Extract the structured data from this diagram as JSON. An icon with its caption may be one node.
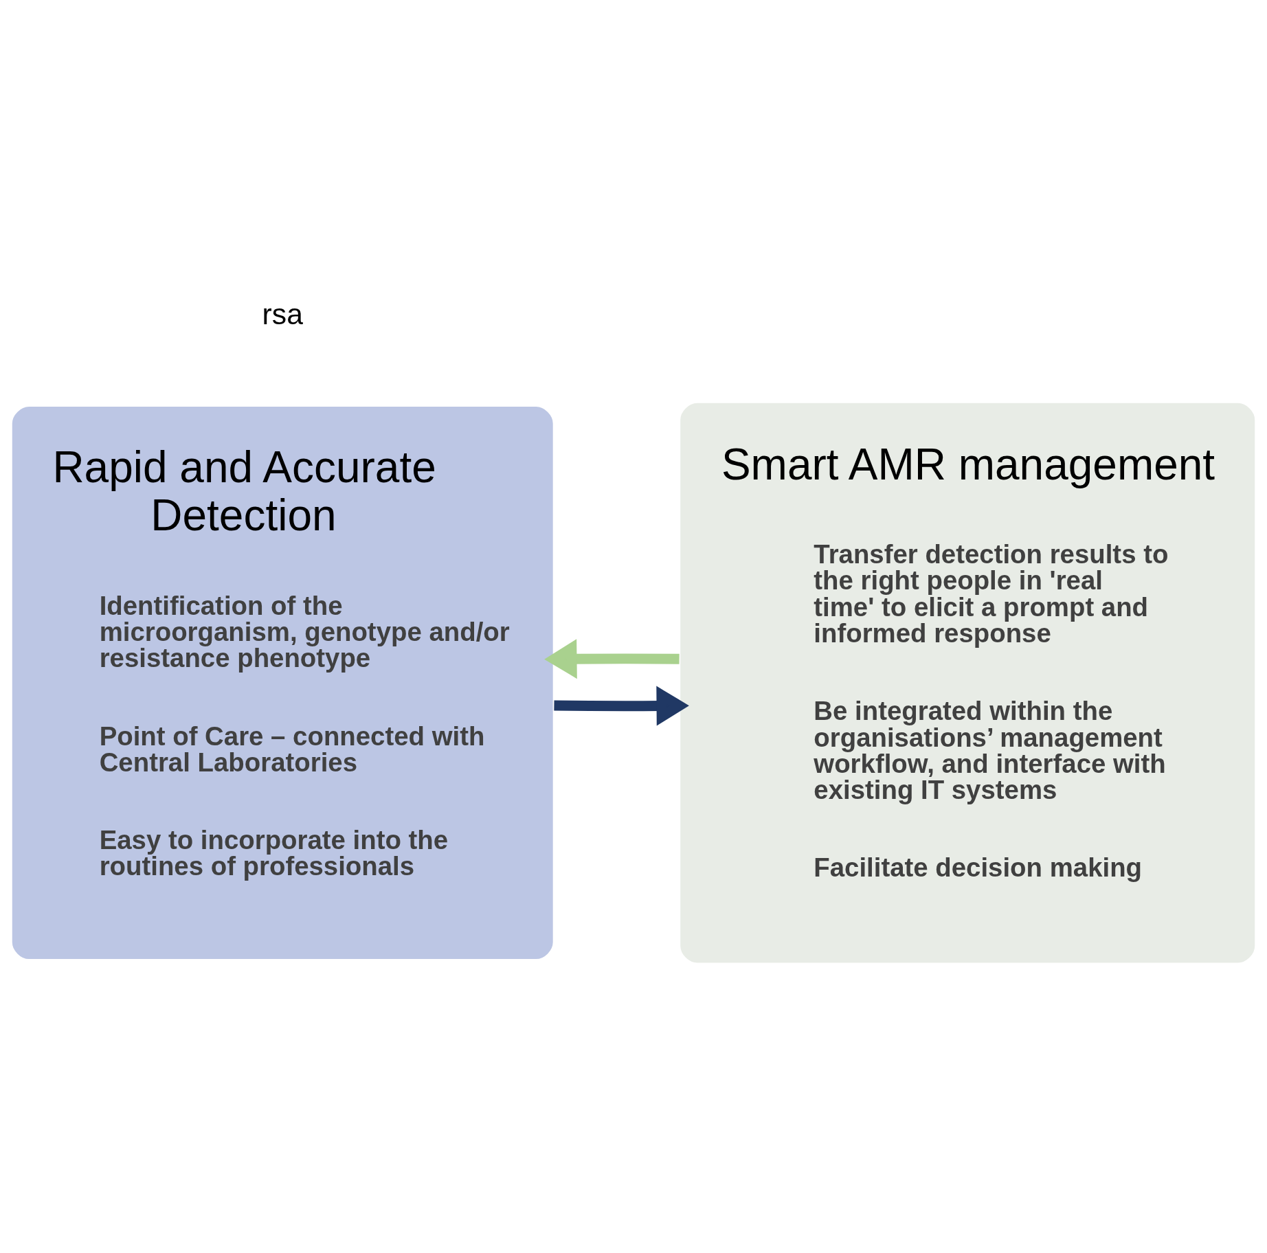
{
  "diagram": {
    "nodes": [
      {
        "text": [
          "Rapid and Accurate Detection",
          "Identification of the microorganism, genotype and/or resistance phenotype",
          "Point of Care – connected with Central Laboratories",
          "Easy to incorporate into the routines of professionals"
        ]
      },
      {
        "text": [
          "Smart AMR management",
          "Transfer detection results to the right people in 'real time' to elicit a prompt and informed response",
          "Be integrated within the organisations’ management workflow, and interface with existing IT systems",
          "Facilitate decision making"
        ]
      }
    ],
    "edges": [
      {
        "from": 0,
        "to": 1,
        "arrow": "to",
        "color": "#203864"
      },
      {
        "from": 1,
        "to": 0,
        "arrow": "to",
        "color": "#a9d18e"
      }
    ],
    "labels": [
      "rsa"
    ]
  }
}
